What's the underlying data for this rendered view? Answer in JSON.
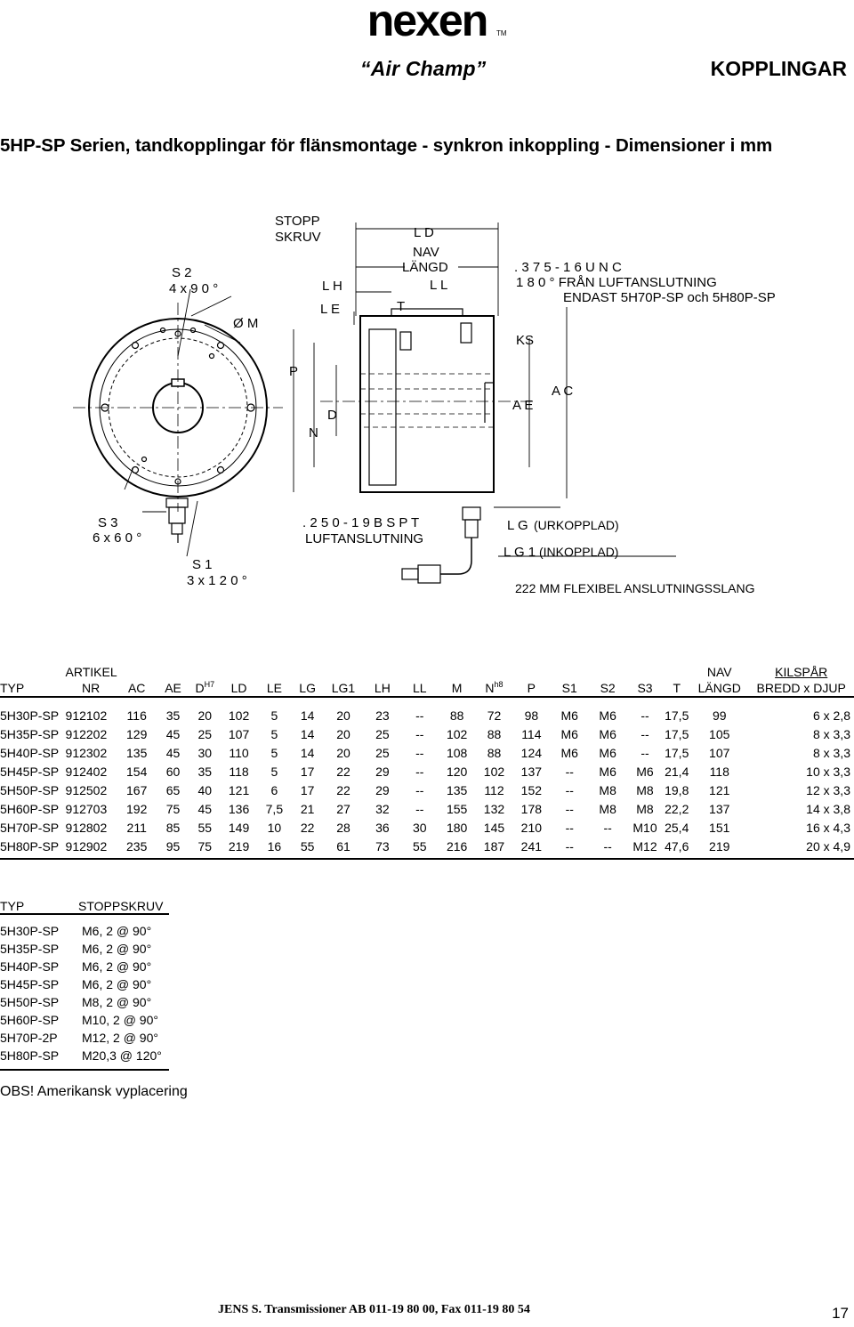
{
  "header": {
    "brand": "nexen",
    "trademark": "TM",
    "product_line": "“Air Champ”",
    "section": "KOPPLINGAR"
  },
  "page_heading": "5HP-SP Serien, tandkopplingar för flänsmontage - synkron inkoppling - Dimensioner i mm",
  "drawing": {
    "labels": {
      "s2": "S 2",
      "s2_angle": "4 x 9 0 °",
      "om": "Ø M",
      "s3": "S 3",
      "s3_angle": "6 x 6 0 °",
      "s1": "S 1",
      "s1_angle": "3 x 1 2 0 °",
      "stopp": "STOPP",
      "skruv": "SKRUV",
      "ld": "L D",
      "nav": "NAV",
      "langd": "LÄNGD",
      "ll": "L L",
      "lh": "L H",
      "le": "L E",
      "t": "T",
      "port_top": ". 3 7 5 - 1 6  U N C",
      "port_top_2": "1 8 0 °  FRÅN LUFTANSLUTNING",
      "port_top_3": "ENDAST 5H70P-SP och 5H80P-SP",
      "ks": "KS",
      "p": "P",
      "d": "D",
      "n": "N",
      "ae": "A E",
      "ac": "A C",
      "port_bottom": ". 2 5 0 - 1 9  B S P T",
      "port_bottom_2": "LUFTANSLUTNING",
      "lg": "L G",
      "lg_note": "(URKOPPLAD)",
      "lg1": "L G 1",
      "lg1_note": "(INKOPPLAD)",
      "hose": "222 MM  FLEXIBEL ANSLUTNINGSSLANG"
    }
  },
  "dimension_table": {
    "header_top": {
      "artikel": "ARTIKEL",
      "nav": "NAV",
      "kilspar": "KILSPÅR"
    },
    "header": {
      "typ": "TYP",
      "nr": "NR",
      "ac": "AC",
      "ae": "AE",
      "d": "D",
      "d_sup": "H7",
      "ld": "LD",
      "le": "LE",
      "lg": "LG",
      "lg1": "LG1",
      "lh": "LH",
      "ll": "LL",
      "m": "M",
      "n": "N",
      "n_sup": "h8",
      "p": "P",
      "s1": "S1",
      "s2": "S2",
      "s3": "S3",
      "t": "T",
      "langd": "LÄNGD",
      "bredd": "BREDD x DJUP"
    },
    "rows": [
      [
        "5H30P-SP",
        "912102",
        "116",
        "35",
        "20",
        "102",
        "5",
        "14",
        "20",
        "23",
        "--",
        "88",
        "72",
        "98",
        "M6",
        "M6",
        "--",
        "17,5",
        "99",
        "6 x 2,8"
      ],
      [
        "5H35P-SP",
        "912202",
        "129",
        "45",
        "25",
        "107",
        "5",
        "14",
        "20",
        "25",
        "--",
        "102",
        "88",
        "114",
        "M6",
        "M6",
        "--",
        "17,5",
        "105",
        "8 x 3,3"
      ],
      [
        "5H40P-SP",
        "912302",
        "135",
        "45",
        "30",
        "110",
        "5",
        "14",
        "20",
        "25",
        "--",
        "108",
        "88",
        "124",
        "M6",
        "M6",
        "--",
        "17,5",
        "107",
        "8 x 3,3"
      ],
      [
        "5H45P-SP",
        "912402",
        "154",
        "60",
        "35",
        "118",
        "5",
        "17",
        "22",
        "29",
        "--",
        "120",
        "102",
        "137",
        "--",
        "M6",
        "M6",
        "21,4",
        "118",
        "10 x 3,3"
      ],
      [
        "5H50P-SP",
        "912502",
        "167",
        "65",
        "40",
        "121",
        "6",
        "17",
        "22",
        "29",
        "--",
        "135",
        "112",
        "152",
        "--",
        "M8",
        "M8",
        "19,8",
        "121",
        "12 x 3,3"
      ],
      [
        "5H60P-SP",
        "912703",
        "192",
        "75",
        "45",
        "136",
        "7,5",
        "21",
        "27",
        "32",
        "--",
        "155",
        "132",
        "178",
        "--",
        "M8",
        "M8",
        "22,2",
        "137",
        "14 x 3,8"
      ],
      [
        "5H70P-SP",
        "912802",
        "211",
        "85",
        "55",
        "149",
        "10",
        "22",
        "28",
        "36",
        "30",
        "180",
        "145",
        "210",
        "--",
        "--",
        "M10",
        "25,4",
        "151",
        "16 x 4,3"
      ],
      [
        "5H80P-SP",
        "912902",
        "235",
        "95",
        "75",
        "219",
        "16",
        "55",
        "61",
        "73",
        "55",
        "216",
        "187",
        "241",
        "--",
        "--",
        "M12",
        "47,6",
        "219",
        "20 x 4,9"
      ]
    ]
  },
  "screw_table": {
    "header": {
      "typ": "TYP",
      "stoppskruv": "STOPPSKRUV"
    },
    "rows": [
      [
        "5H30P-SP",
        "M6,  2 @ 90°"
      ],
      [
        "5H35P-SP",
        "M6,  2 @ 90°"
      ],
      [
        "5H40P-SP",
        "M6,  2 @ 90°"
      ],
      [
        "5H45P-SP",
        "M6,  2 @ 90°"
      ],
      [
        "5H50P-SP",
        "M8,  2 @ 90°"
      ],
      [
        "5H60P-SP",
        "M10, 2 @ 90°"
      ],
      [
        "5H70P-2P",
        "M12, 2 @ 90°"
      ],
      [
        "5H80P-SP",
        "M20,3 @ 120°"
      ]
    ]
  },
  "note": "OBS! Amerikansk vyplacering",
  "footer": {
    "text": "JENS S. Transmissioner AB  011-19 80 00, Fax 011-19 80 54",
    "page_number": "17"
  }
}
